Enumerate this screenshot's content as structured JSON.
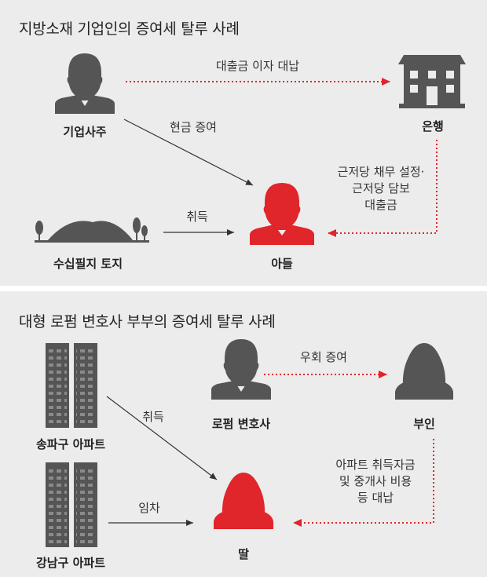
{
  "colors": {
    "accent": "#e0252b",
    "icon": "#555555",
    "background": "#ececec"
  },
  "panel1": {
    "title": "지방소재 기업인의 증여세 탈루 사례",
    "nodes": {
      "owner": "기업사주",
      "bank": "은행",
      "land": "수십필지 토지",
      "son": "아들"
    },
    "edges": {
      "loan_interest": "대출금 이자 대납",
      "cash_gift": "현금 증여",
      "acquire": "취득",
      "mortgage_lines": [
        "근저당 채무 설정·",
        "근저당 담보",
        "대출금"
      ]
    }
  },
  "panel2": {
    "title": "대형 로펌 변호사 부부의 증여세 탈루 사례",
    "nodes": {
      "songpa_apt": "송파구 아파트",
      "gangnam_apt": "강남구 아파트",
      "lawyer": "로펌 변호사",
      "wife": "부인",
      "daughter": "딸"
    },
    "edges": {
      "roundabout_gift": "우회 증여",
      "acquire": "취득",
      "lease": "임차",
      "funds_lines": [
        "아파트 취득자금",
        "및 중개사 비용",
        "등 대납"
      ]
    }
  },
  "icons": [
    "man-icon",
    "building-icon",
    "hills-trees-icon",
    "apartment-icon",
    "woman-icon"
  ]
}
